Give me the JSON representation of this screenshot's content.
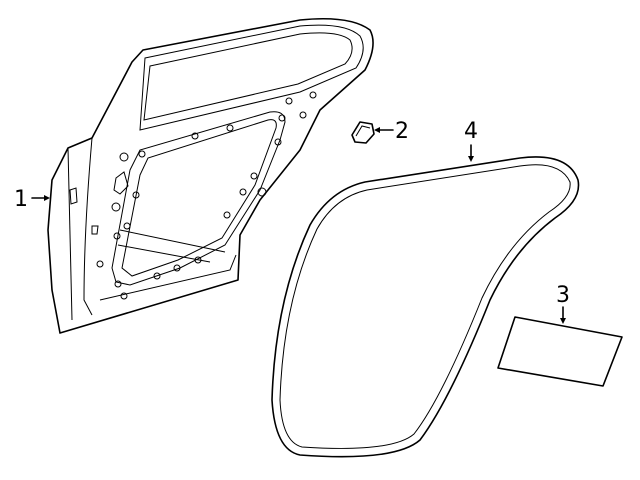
{
  "callouts": [
    {
      "number": "1",
      "part": "door-shell"
    },
    {
      "number": "2",
      "part": "plug"
    },
    {
      "number": "3",
      "part": "label-panel"
    },
    {
      "number": "4",
      "part": "weatherstrip"
    }
  ],
  "colors": {
    "line": "#000000",
    "background": "#ffffff"
  }
}
